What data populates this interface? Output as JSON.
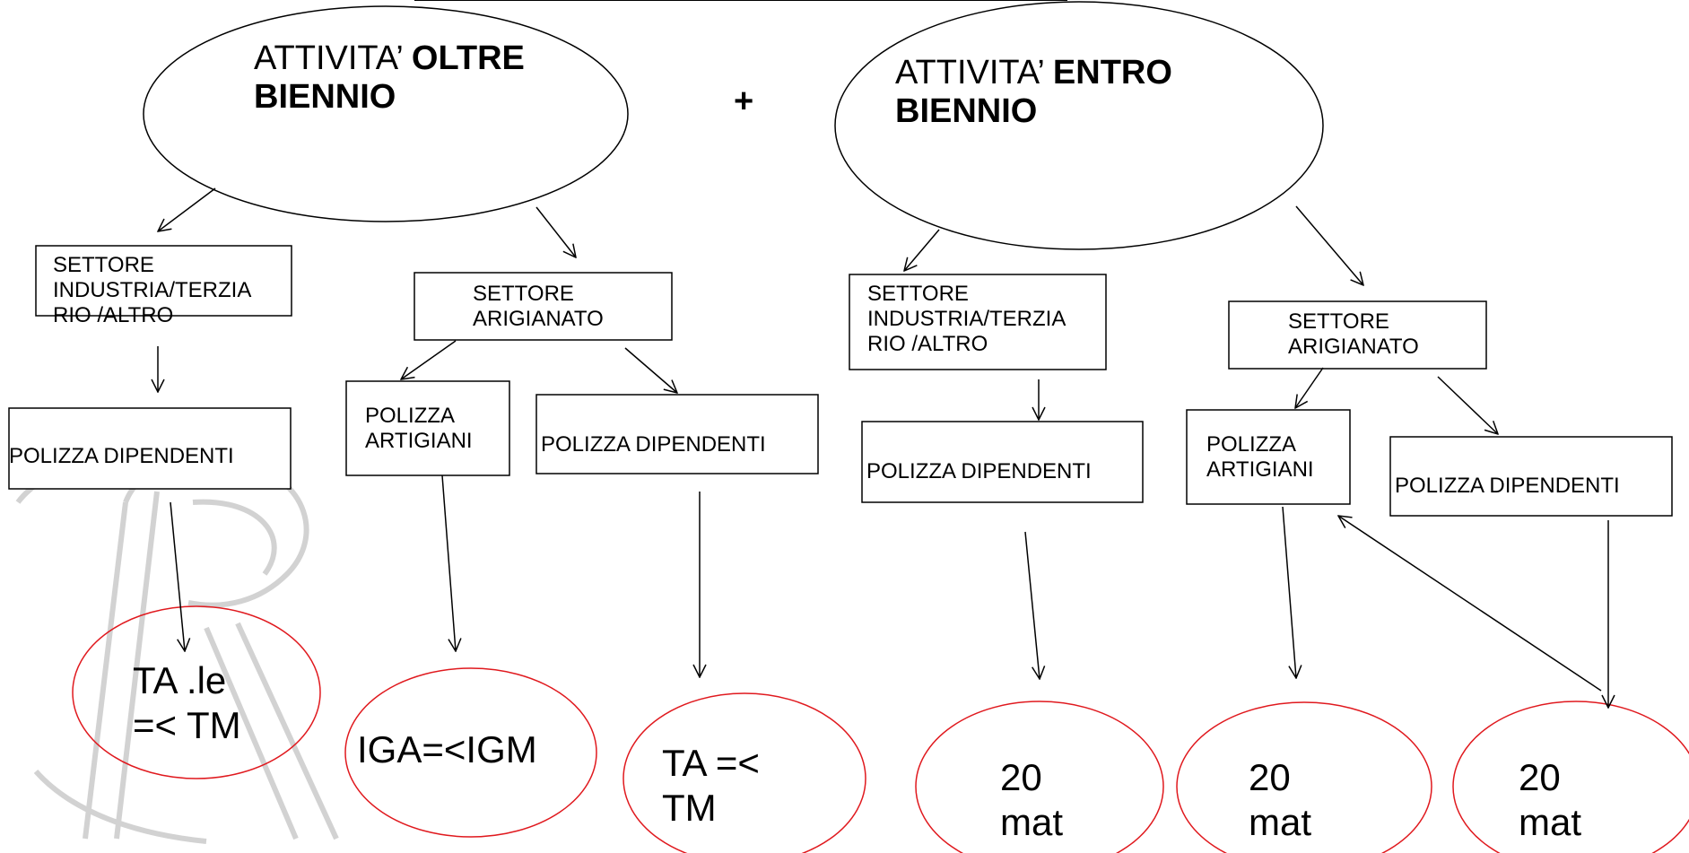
{
  "plus_sign": "+",
  "left_root": {
    "prefix": "ATTIVITA’",
    "bold1": "OLTRE",
    "bold2": "BIENNIO"
  },
  "right_root": {
    "prefix": "ATTIVITA’",
    "bold1": "ENTRO",
    "bold2": "BIENNIO"
  },
  "sector_industry": [
    "SETTORE",
    "INDUSTRIA/TERZIA",
    "RIO /ALTRO"
  ],
  "sector_craft": [
    "SETTORE",
    "ARIGIANATO"
  ],
  "policy_employees": "POLIZZA DIPENDENTI",
  "policy_artisans": [
    "POLIZZA",
    "ARTIGIANI"
  ],
  "results": {
    "r1": [
      "TA .le",
      "=< TM"
    ],
    "r2": [
      "IGA=<IGM"
    ],
    "r3": [
      "TA =<",
      "TM"
    ],
    "r4": [
      "20",
      "mat"
    ],
    "r5": [
      "20",
      "mat"
    ],
    "r6": [
      "20",
      "mat"
    ]
  },
  "colors": {
    "result_ellipse": "#e0191e",
    "line": "#000000",
    "watermark": "#bdbdbd"
  }
}
